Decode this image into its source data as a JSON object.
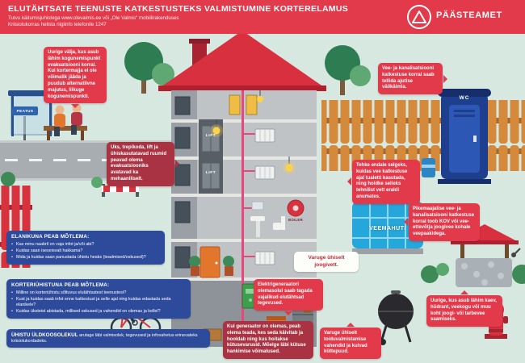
{
  "header": {
    "title": "ELUTÄHTSATE TEENUSTE KATKESTUSTEKS VALMISTUMINE KORTERELAMUS",
    "subtitle1": "Tutvu käitumisjuhistega www.olevalmis.ee või „Ole Valmis“ mobiilirakenduses",
    "subtitle2": "Kriisiolukorras helista riigiinfo telefonile 1247",
    "brand": "PÄÄSTEAMET",
    "logo_icon": "triangle-in-circle"
  },
  "scene_labels": {
    "bus_stop": "PEATUS",
    "lift": "LIFT",
    "boiler": "BOILER",
    "wc": "WC",
    "water_tank": "VEEMAHUTI"
  },
  "callouts": {
    "meeting_point": "Uurige välja, kus asub lähim kogunemispunkt evakuatsiooni korral. Kui kortermajja ei ole võimalik jääda ja puudub alternatiivne majutus, liikuge kogunemispunkti.",
    "outdoor_toilet": "Vee- ja kanalisatsiooni katkestuse korral saab tellida ajutise välikäimla.",
    "stairwell": "Uks, trepikoda, lift ja ühiskasutatavad ruumid peavad olema evakuatsiooniks avatavad ka mehaaniliselt.",
    "temporary_toilet": "Tehke endale selgeks, kuidas vee katkestuse ajal tualetti kasutada, ning hoidke selleks tehnilist vett eraldi anumates.",
    "store_water": "Varuge ühiselt joogivett.",
    "long_outage": "Pikemaajalise vee- ja kanalisatsiooni katkestuse korral toob KOV või vee-ettevõtja joogivee kohale veepaakidega.",
    "generator_power": "Elektrigeneraatori olemasolul saab tagada vajalikud elutähtsad tegevused.",
    "nearest_well": "Uurige, kus asub lähim kaev, hüdrant, veekogu või muu koht joogi- või tarbevee saamiseks.",
    "generator_fuel": "Kui generaator on olemas, peab olema teada, kes seda käivitab ja hooldab ning kus hoitakse kütusevarusid. Mõelge läbi kütuse hankimise võimalused.",
    "firewood": "Varuge ühiselt toiduvalmistamise vahendid ja kuivad küttepuud."
  },
  "info_boxes": {
    "resident": {
      "title": "ELANIKUNA PEAB MÕTLEMA:",
      "items": [
        "Kas minu naabril on vaja infot ja/või abi?",
        "Kuidas saan iseseisvalt hakkama?",
        "Mida ja kuidas saan panustada ühistu heaks (teadmised/oskused)?"
      ]
    },
    "association": {
      "title": "KORTERIÜHISTUNA PEAB MÕTLEMA:",
      "items": [
        "Milline on korteriühistu sõltuvus elutähtsatest teenustest?",
        "Kust ja kuidas saab infot enne katkestust ja selle ajal ning kuidas edastada seda elanikele?",
        "Kuidas üksteist abistada, millised oskused ja vahendid on olemas ja kellel?"
      ]
    },
    "meeting": {
      "lead": "ÜHISTU ÜLDKOOSOLEKUL",
      "text": "arutage läbi valmisolek, tegevused ja infovahetus erinevateks kriisiolukordadeks."
    }
  },
  "colors": {
    "accent_red": "#e2394b",
    "dark_red": "#a93342",
    "info_blue": "#2e4a9b",
    "roof_red": "#d8303e",
    "background_mint": "#d7e8e0",
    "fence_orange": "#d5893b",
    "tank_blue": "#25a7dc",
    "toilet_blue": "#1e3f8e"
  }
}
